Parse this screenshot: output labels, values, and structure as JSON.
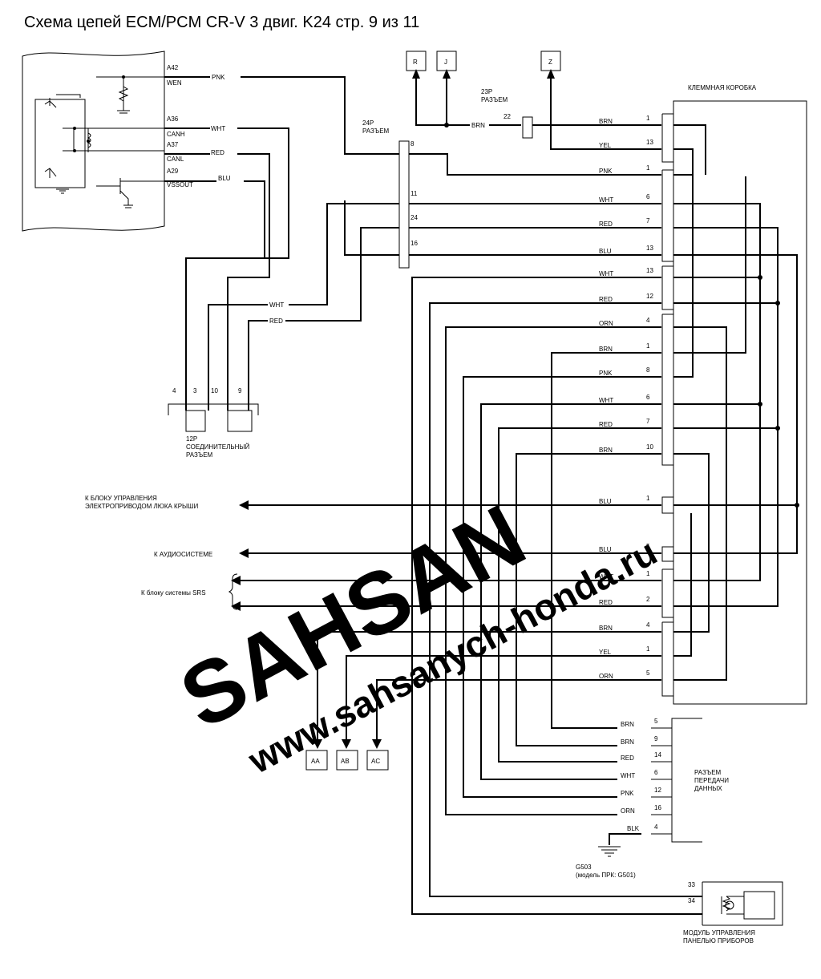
{
  "title": "Схема цепей ECM/PCM CR-V 3 двиг. K24 стр. 9 из 11",
  "watermark": {
    "brand": "SAHSAN",
    "url": "www.sahsanych-honda.ru"
  },
  "ecm": {
    "pins": [
      {
        "pin": "A42",
        "name": "WEN",
        "wire": "PNK"
      },
      {
        "pin": "A36",
        "name": "CANH",
        "wire": "WHT"
      },
      {
        "pin": "A37",
        "name": "CANL",
        "wire": "RED"
      },
      {
        "pin": "A29",
        "name": "VSSOUT",
        "wire": "BLU"
      }
    ]
  },
  "top_refs": [
    "R",
    "J",
    "Z"
  ],
  "connector_23p": {
    "label_line1": "23P",
    "label_line2": "РАЗЪЕМ",
    "pin": "22",
    "wire_in": "BRN"
  },
  "connector_24p": {
    "label_line1": "24P",
    "label_line2": "РАЗЪЕМ",
    "pins": [
      "8",
      "11",
      "24",
      "16"
    ]
  },
  "connector_12p": {
    "label_lines": [
      "12P",
      "СОЕДИНИТЕЛЬНЫЙ",
      "РАЗЪЕМ"
    ],
    "pins": [
      "4",
      "3",
      "10",
      "9"
    ],
    "wires": [
      "WHT",
      "RED"
    ]
  },
  "junction_box": {
    "label": "КЛЕММНАЯ КОРОБКА",
    "rows": [
      {
        "wire": "BRN",
        "pin": "1"
      },
      {
        "wire": "YEL",
        "pin": "13"
      },
      {
        "wire": "PNK",
        "pin": "1"
      },
      {
        "wire": "WHT",
        "pin": "6"
      },
      {
        "wire": "RED",
        "pin": "7"
      },
      {
        "wire": "BLU",
        "pin": "13"
      },
      {
        "wire": "WHT",
        "pin": "13"
      },
      {
        "wire": "RED",
        "pin": "12"
      },
      {
        "wire": "ORN",
        "pin": "4"
      },
      {
        "wire": "BRN",
        "pin": "1"
      },
      {
        "wire": "PNK",
        "pin": "8"
      },
      {
        "wire": "WHT",
        "pin": "6"
      },
      {
        "wire": "RED",
        "pin": "7"
      },
      {
        "wire": "BRN",
        "pin": "10"
      },
      {
        "wire": "BLU",
        "pin": "1"
      },
      {
        "wire": "BLU",
        "pin": "5"
      },
      {
        "wire": "WHT",
        "pin": "1"
      },
      {
        "wire": "RED",
        "pin": "2"
      },
      {
        "wire": "BRN",
        "pin": "4"
      },
      {
        "wire": "YEL",
        "pin": "1"
      },
      {
        "wire": "ORN",
        "pin": "5"
      }
    ]
  },
  "destinations": {
    "sunroof_line1": "К БЛОКУ УПРАВЛЕНИЯ",
    "sunroof_line2": "ЭЛЕКТРОПРИВОДОМ ЛЮКА КРЫШИ",
    "audio": "К АУДИОСИСТЕМЕ",
    "srs": "К блоку системы SRS"
  },
  "bottom_refs": [
    "AA",
    "AB",
    "AC"
  ],
  "dlc": {
    "label_lines": [
      "РАЗЪЕМ",
      "ПЕРЕДАЧИ",
      "ДАННЫХ"
    ],
    "rows": [
      {
        "wire": "BRN",
        "pin": "5"
      },
      {
        "wire": "BRN",
        "pin": "9"
      },
      {
        "wire": "RED",
        "pin": "14"
      },
      {
        "wire": "WHT",
        "pin": "6"
      },
      {
        "wire": "PNK",
        "pin": "12"
      },
      {
        "wire": "ORN",
        "pin": "16"
      },
      {
        "wire": "BLK",
        "pin": "4"
      }
    ]
  },
  "ground": {
    "label": "G503",
    "note": "(модель ПРК: G501)"
  },
  "gauge": {
    "pins": [
      "33",
      "34"
    ],
    "label_line1": "МОДУЛЬ УПРАВЛЕНИЯ",
    "label_line2": "ПАНЕЛЬЮ ПРИБОРОВ"
  }
}
